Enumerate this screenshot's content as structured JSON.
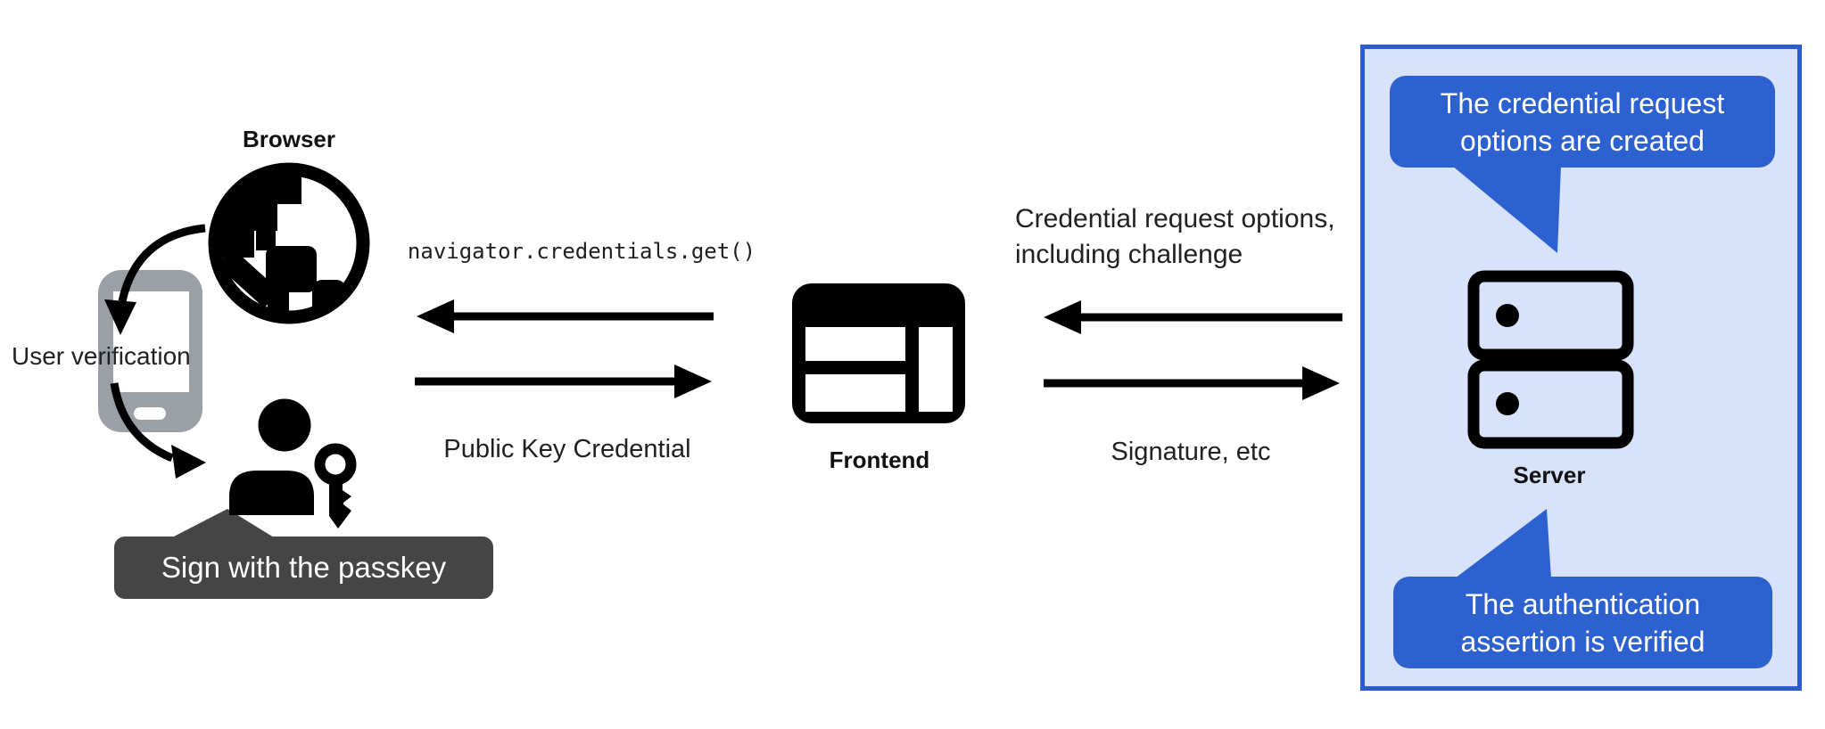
{
  "left": {
    "browser_label": "Browser",
    "user_verification_label": "User verification",
    "passkey_tooltip": "Sign with the passkey"
  },
  "middle": {
    "code_label": "navigator.credentials.get()",
    "public_key_label": "Public Key Credential",
    "frontend_label": "Frontend"
  },
  "right": {
    "request_options_line1": "Credential request options,",
    "request_options_line2": "including challenge",
    "signature_label": "Signature, etc",
    "server_label": "Server",
    "bubble_top": {
      "line1": "The credential request",
      "line2": "options are created"
    },
    "bubble_bottom": {
      "line1": "The authentication",
      "line2": "assertion is verified"
    }
  },
  "icons": [
    {
      "name": "browser-globe-icon"
    },
    {
      "name": "phone-icon"
    },
    {
      "name": "user-icon"
    },
    {
      "name": "key-icon"
    },
    {
      "name": "frontend-window-icon"
    },
    {
      "name": "server-stack-icon"
    }
  ],
  "colors": {
    "bubble_blue": "#2e61d0",
    "panel_fill": "#d8e2fa",
    "panel_border": "#2b5ccc",
    "tooltip_gray": "#454545",
    "phone_gray": "#9aa0a6",
    "text": "#202124",
    "icon_black": "#000000",
    "background": "#ffffff"
  }
}
